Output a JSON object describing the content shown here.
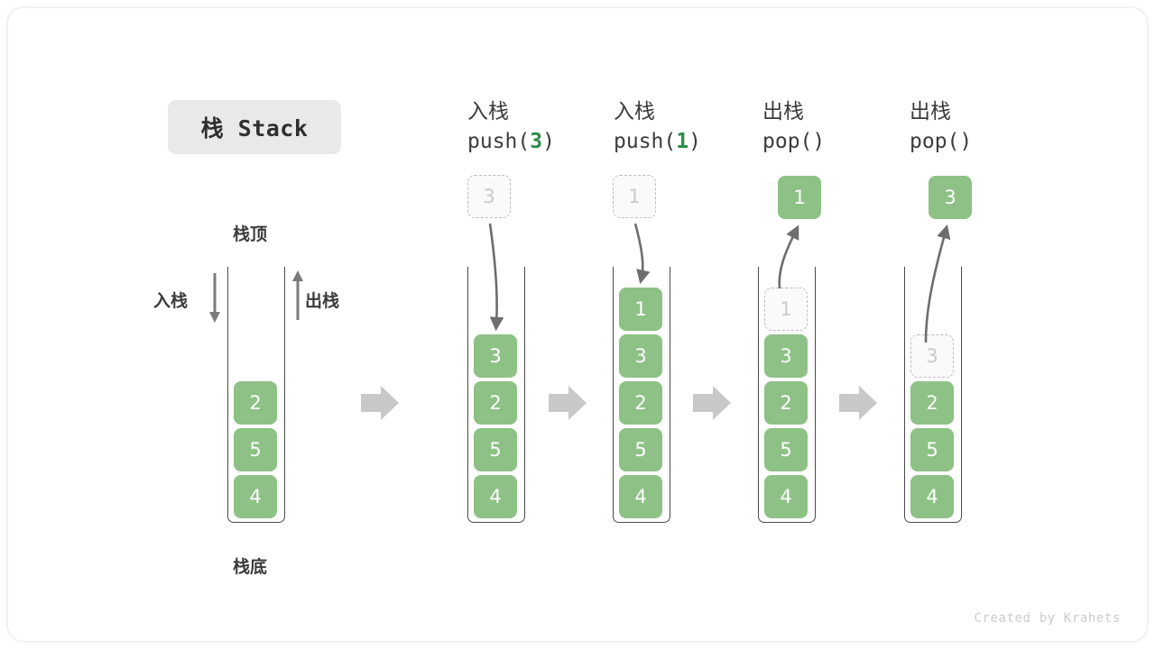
{
  "title_badge": {
    "text": "栈 Stack"
  },
  "legend": {
    "top_label": "栈顶",
    "bottom_label": "栈底",
    "push_label": "入栈",
    "pop_label": "出栈"
  },
  "colors": {
    "cell_fill": "#8dc185",
    "cell_text": "#ffffff",
    "ghost_border": "#bdbdbd",
    "ghost_text": "#c9c9c9",
    "arrow": "#6e6e6e",
    "step_arrow": "#c8c8c8",
    "badge_bg": "#e9e9e9",
    "accent_green": "#2e8b48",
    "container_border": "#4a4a4a"
  },
  "columns": [
    {
      "id": "initial",
      "head_cn": "",
      "head_code": "",
      "code_prefix": "",
      "code_arg": "",
      "code_suffix": "",
      "cells": [
        "2",
        "5",
        "4"
      ],
      "floating": null,
      "ghost_in_stack": null
    },
    {
      "id": "push-3",
      "head_cn": "入栈",
      "code_prefix": "push(",
      "code_arg": "3",
      "code_suffix": ")",
      "cells": [
        "3",
        "2",
        "5",
        "4"
      ],
      "floating": {
        "value": "3",
        "style": "ghost"
      },
      "ghost_in_stack": null
    },
    {
      "id": "push-1",
      "head_cn": "入栈",
      "code_prefix": "push(",
      "code_arg": "1",
      "code_suffix": ")",
      "cells": [
        "1",
        "3",
        "2",
        "5",
        "4"
      ],
      "floating": {
        "value": "1",
        "style": "ghost"
      },
      "ghost_in_stack": null
    },
    {
      "id": "pop-1",
      "head_cn": "出栈",
      "code_prefix": "pop(",
      "code_arg": "",
      "code_suffix": ")",
      "cells": [
        "3",
        "2",
        "5",
        "4"
      ],
      "floating": {
        "value": "1",
        "style": "solid"
      },
      "ghost_in_stack": {
        "value": "1",
        "slot": 0
      }
    },
    {
      "id": "pop-3",
      "head_cn": "出栈",
      "code_prefix": "pop(",
      "code_arg": "",
      "code_suffix": ")",
      "cells": [
        "2",
        "5",
        "4"
      ],
      "floating": {
        "value": "3",
        "style": "solid"
      },
      "ghost_in_stack": {
        "value": "3",
        "slot": 1
      }
    }
  ],
  "step_arrows": 4,
  "credit": "Created by Krahets"
}
